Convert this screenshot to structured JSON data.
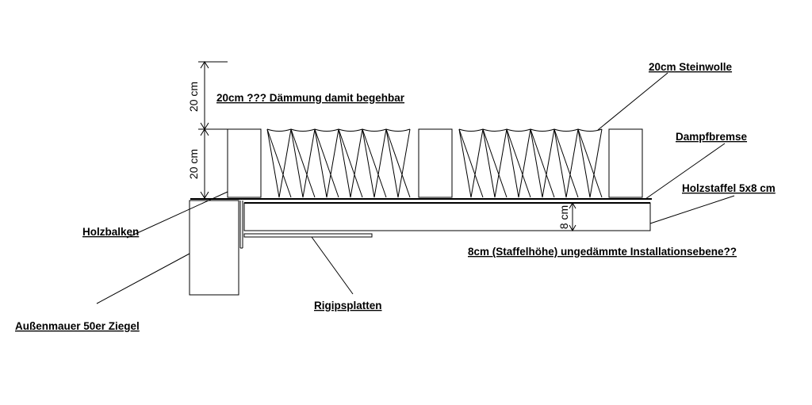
{
  "labels": {
    "insulation_extra": "20cm  ??? Dämmung damit begehbar",
    "steinwolle": "20cm Steinwolle",
    "dampfbremse": "Dampfbremse",
    "holzstaffel": "Holzstaffel 5x8 cm",
    "holzbalken": "Holzbalken",
    "installationsebene": "8cm (Staffelhöhe) ungedämmte Installationsebene??",
    "rigipsplatten": "Rigipsplatten",
    "aussenmauer": "Außenmauer 50er Ziegel"
  },
  "dimensions": {
    "upper": "20 cm",
    "lower": "20 cm",
    "batten": "8 cm"
  },
  "colors": {
    "line": "#000000",
    "background": "#ffffff"
  }
}
